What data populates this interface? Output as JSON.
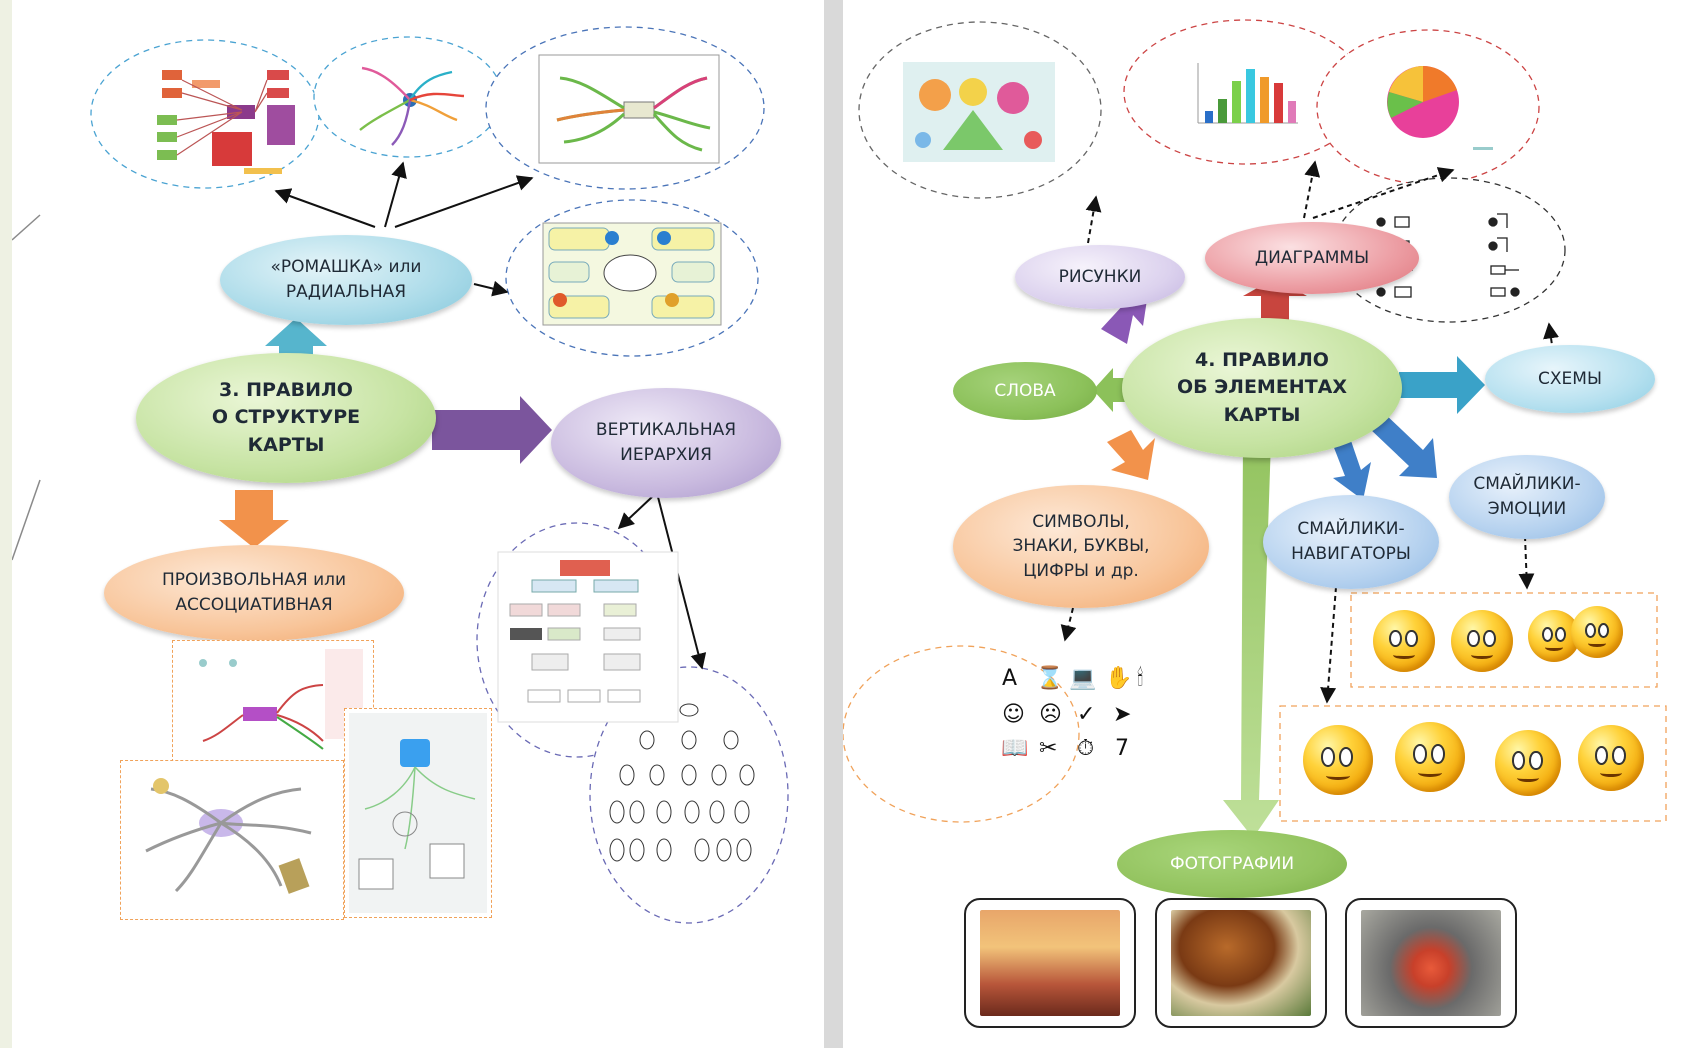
{
  "left_page": {
    "center": "3. ПРАВИЛО\nО СТРУКТУРЕ\nКАРТЫ",
    "radial": "«РОМАШКА» или\nРАДИАЛЬНАЯ",
    "vertical": "ВЕРТИКАЛЬНАЯ\nИЕРАРХИЯ",
    "freeform": "ПРОИЗВОЛЬНАЯ или\nАССОЦИАТИВНАЯ"
  },
  "right_page": {
    "center": "4. ПРАВИЛО\nОБ  ЭЛЕМЕНТАХ\nКАРТЫ",
    "drawings": "РИСУНКИ",
    "diagrams": "ДИАГРАММЫ",
    "schemes": "СХЕМЫ",
    "words": "СЛОВА",
    "symbols": "СИМВОЛЫ,\nЗНАКИ, БУКВЫ,\nЦИФРЫ и др.",
    "smiley_navigators": "СМАЙЛИКИ-\nНАВИГАТОРЫ",
    "smiley_emotions": "СМАЙЛИКИ-\nЭМОЦИИ",
    "photos": "ФОТОГРАФИИ",
    "symbol_glyphs": [
      "A",
      "⌛",
      "💻",
      "✋",
      "🕯",
      "☺",
      "☹",
      "✓",
      "➤",
      "📖",
      "✂",
      "⏱",
      "7"
    ]
  },
  "colors": {
    "center_green": "#bfe09a",
    "radial_blue": "#9ed6e6",
    "vertical_purple": "#b9a7d6",
    "free_orange": "#f6b47e",
    "diagrams_red": "#e8848c",
    "words_green": "#8cc15a",
    "photos_green": "#93c35f"
  }
}
